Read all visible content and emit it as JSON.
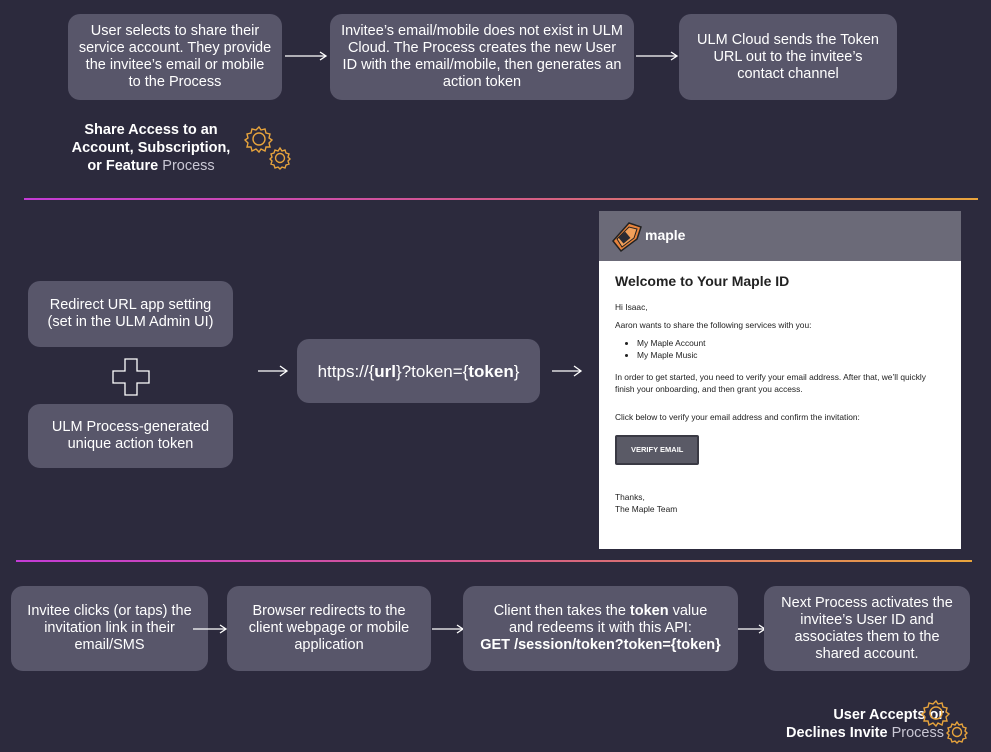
{
  "row1": {
    "step1": "User selects to share their service account. They provide the invitee’s email or mobile to the Process",
    "step2": "Invitee’s email/mobile does not exist in ULM Cloud. The Process creates the new User ID with the email/mobile, then generates an action token",
    "step3": "ULM Cloud sends the Token URL out to the invitee’s contact channel",
    "process_label": {
      "line1": "Share Access to an",
      "line2": "Account, Subscription,",
      "line3_bold": "or Feature",
      "line3_plain": "Process"
    }
  },
  "row2": {
    "redirect_setting": "Redirect URL app setting (set in the ULM Admin UI)",
    "action_token": "ULM Process-generated unique action token",
    "url": {
      "prefix": "https://{",
      "url_part": "url",
      "middle": "}?token={",
      "token_part": "token",
      "suffix": "}"
    }
  },
  "email": {
    "brand": "maple",
    "title": "Welcome to Your Maple ID",
    "greeting": "Hi Isaac,",
    "intro": "Aaron wants to share the following services with you:",
    "services": [
      "My Maple Account",
      "My Maple Music"
    ],
    "verify_text": "In order to get started, you need to verify your email address.  After that, we’ll quickly finish your onboarding, and then grant you access.",
    "click_text": "Click below to verify your email address and confirm the invitation:",
    "button": "VERIFY EMAIL",
    "sign_off": "Thanks,",
    "signature": "The Maple Team"
  },
  "row3": {
    "step1": "Invitee clicks (or taps) the invitation link in their email/SMS",
    "step2": "Browser redirects to the client webpage or mobile application",
    "step3": {
      "line1_a": "Client then takes the ",
      "line1_bold": "token",
      "line1_b": " value",
      "line2": "and redeems it with this API:",
      "line3": "GET /session/token?token={token}"
    },
    "step4": "Next Process activates the invitee’s User ID and associates them to the shared account.",
    "process_label": {
      "line1": "User Accepts or",
      "line2_bold": "Declines Invite",
      "line2_plain": "Process"
    }
  },
  "colors": {
    "background": "#2c2a3d",
    "box": "#58566a",
    "gear": "#e8a43c",
    "divider_start": "#c43bd6",
    "divider_end": "#e8a43c"
  }
}
